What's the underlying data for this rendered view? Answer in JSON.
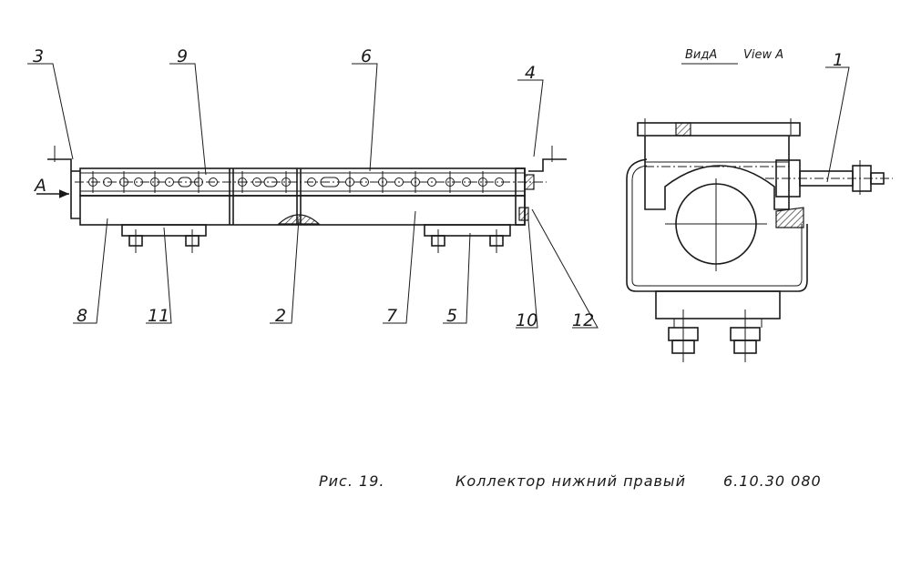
{
  "callouts": {
    "c1": "1",
    "c2": "2",
    "c3": "3",
    "c4": "4",
    "c5": "5",
    "c6": "6",
    "c7": "7",
    "c8": "8",
    "c9": "9",
    "c10": "10",
    "c11": "11",
    "c12": "12"
  },
  "view_arrow": "A",
  "view_title_ru": "ВидА",
  "view_title_en": "View A",
  "caption": {
    "figure": "Рис. 19.",
    "title": "Коллектор нижний правый",
    "code": "6.10.30 080"
  }
}
